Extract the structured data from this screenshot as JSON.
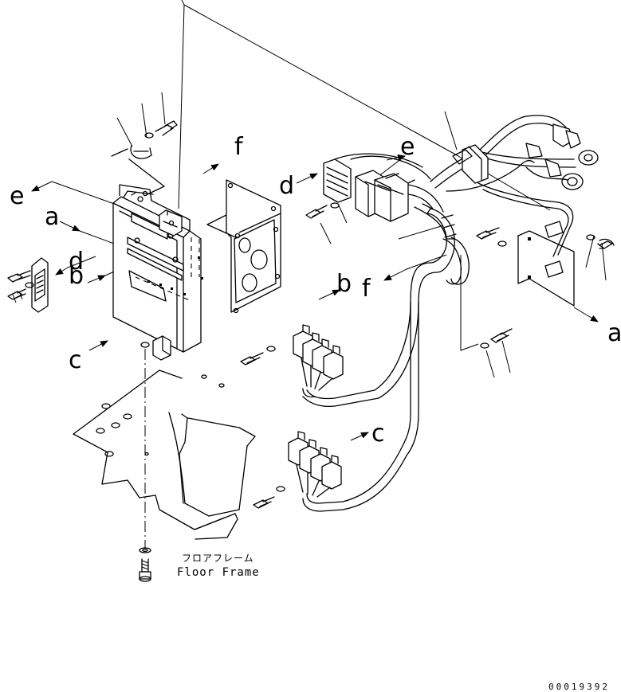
{
  "callouts": {
    "a": "a",
    "b": "b",
    "c": "c",
    "d": "d",
    "e": "e",
    "f": "f"
  },
  "floor_frame": {
    "label_jp": "フロアフレーム",
    "label_en": "Floor Frame"
  },
  "drawing_number": "00019392"
}
